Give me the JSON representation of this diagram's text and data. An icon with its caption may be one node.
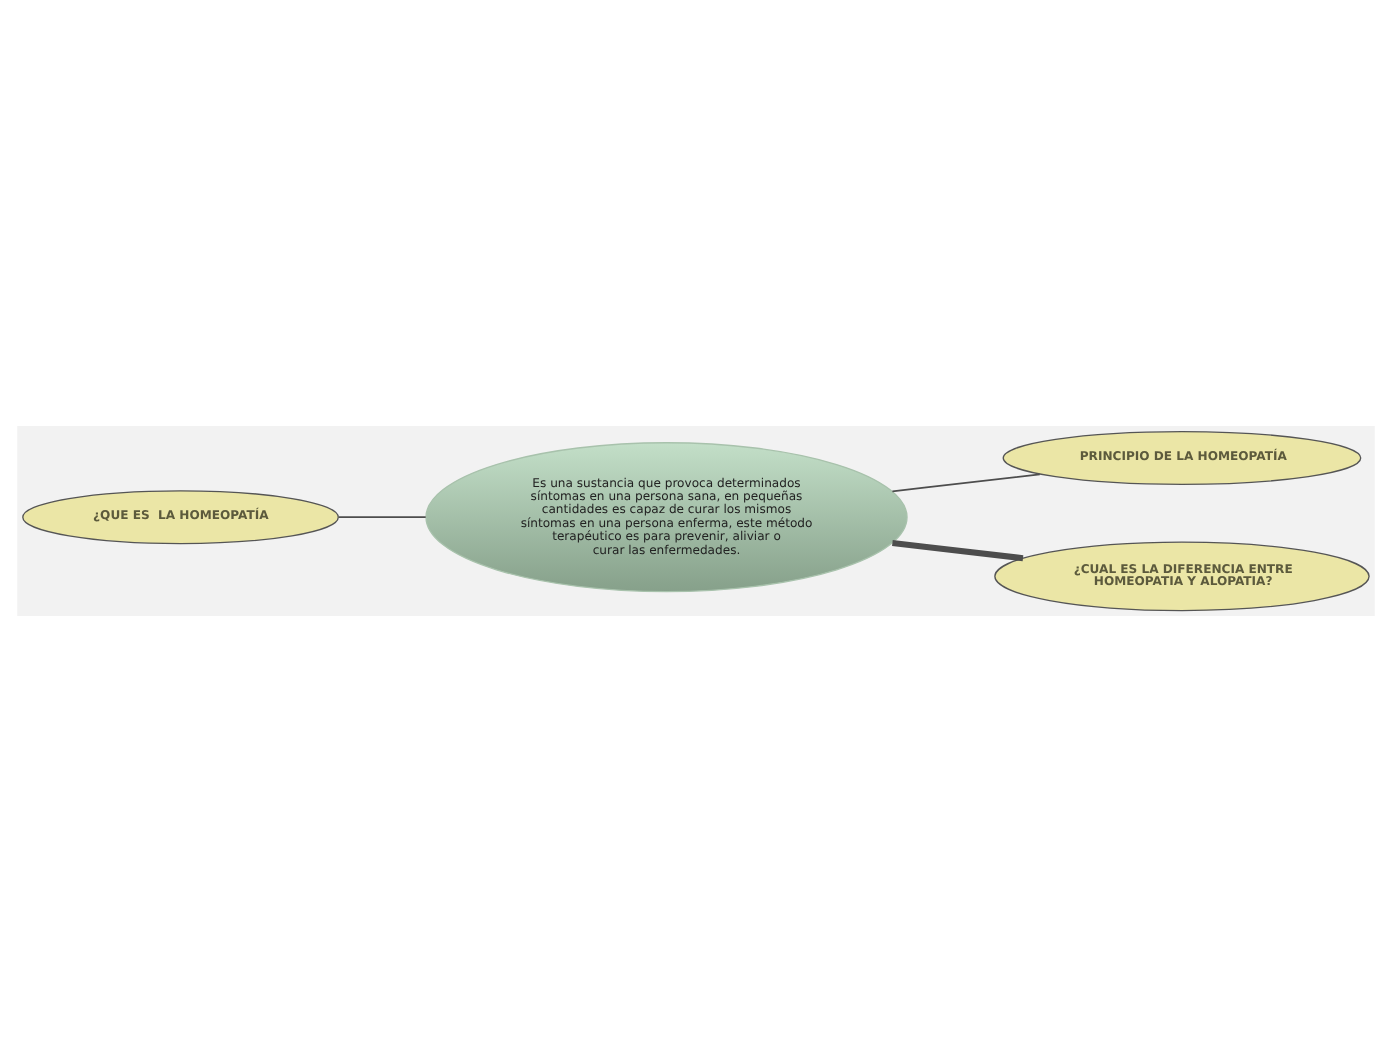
{
  "diagram": {
    "nodes": [
      {
        "text": [
          "¿QUE ES  LA HOMEOPATÍA"
        ]
      },
      {
        "text": [
          "Es una sustancia que provoca determinados síntomas en una persona sana, en pequeñas cantidades es capaz de curar los mismos síntomas en una persona enferma, este método terapéutico es para prevenir, aliviar o curar las enfermedades."
        ]
      },
      {
        "text": [
          "PRINCIPIO DE LA HOMEOPATÍA"
        ]
      },
      {
        "text": [
          "¿CUAL ES LA DIFERENCIA ENTRE HOMEOPATIA Y ALOPATIA?"
        ]
      }
    ],
    "edges": [
      {
        "from": 0,
        "to": 1,
        "arrow": "none"
      },
      {
        "from": 1,
        "to": 2,
        "arrow": "none"
      },
      {
        "from": 1,
        "to": 3,
        "arrow": "none",
        "style": "thick"
      }
    ]
  }
}
